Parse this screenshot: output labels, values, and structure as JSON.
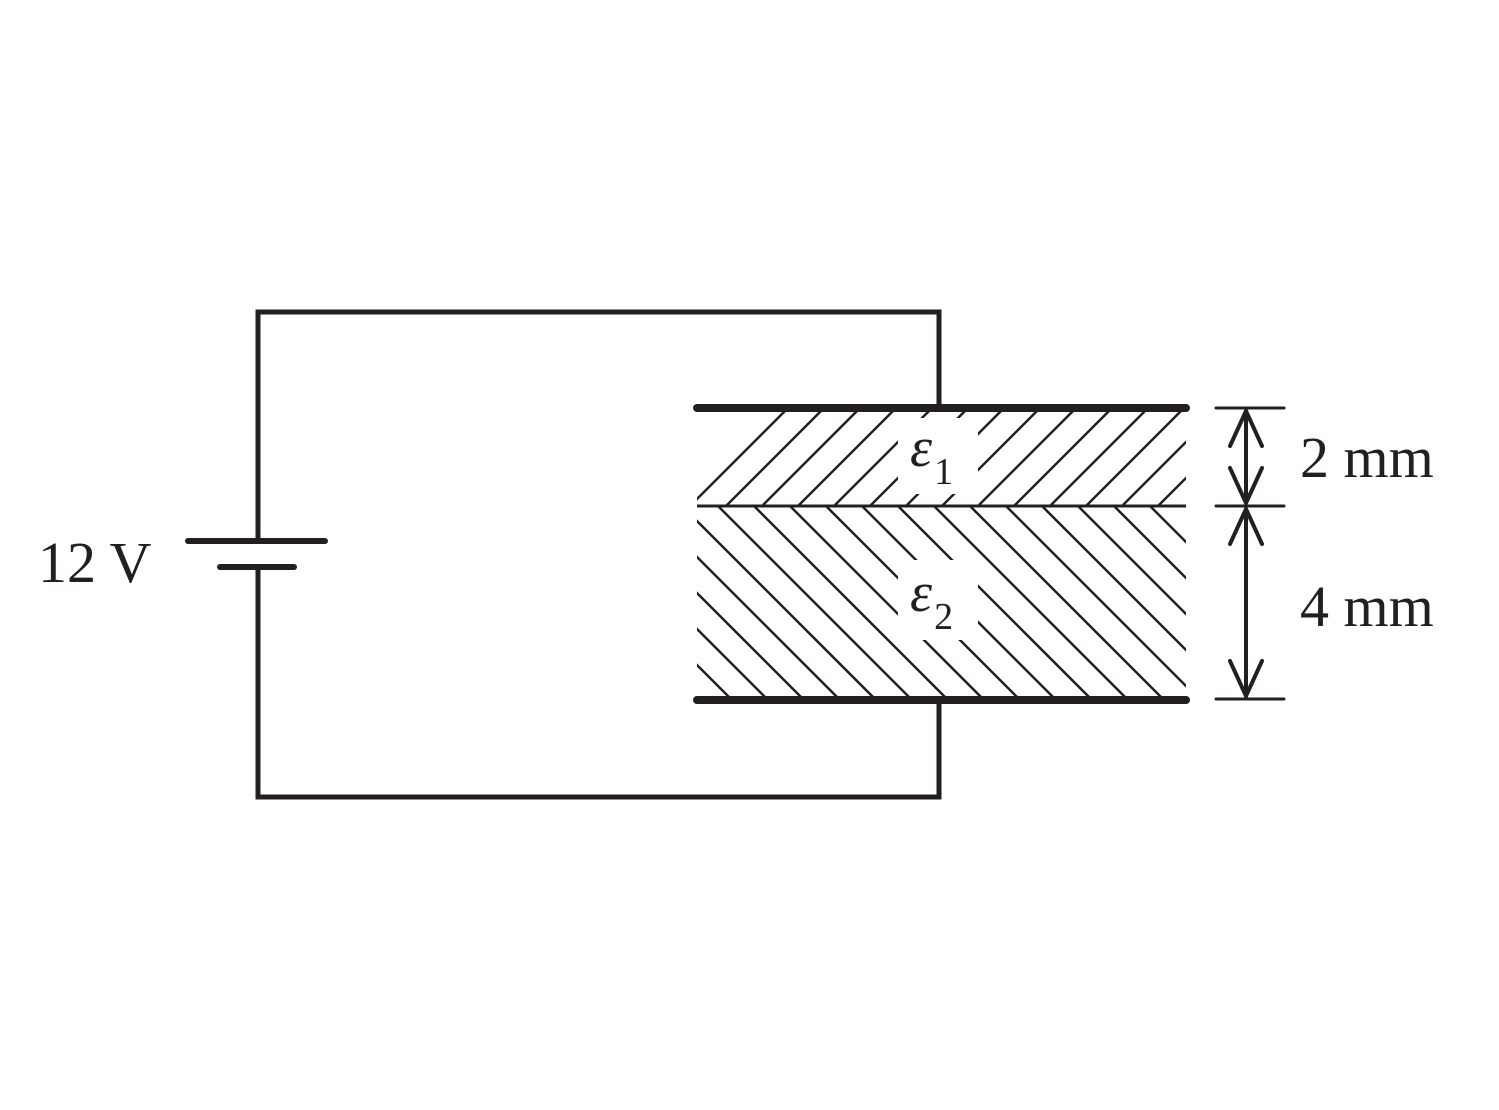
{
  "battery": {
    "voltage_label": "12 V"
  },
  "dielectrics": {
    "upper": {
      "symbol": "ε",
      "subscript": "1"
    },
    "lower": {
      "symbol": "ε",
      "subscript": "2"
    }
  },
  "dimensions": {
    "upper_thickness": "2 mm",
    "lower_thickness": "4 mm"
  },
  "colors": {
    "ink": "#231f20",
    "background": "#ffffff"
  }
}
